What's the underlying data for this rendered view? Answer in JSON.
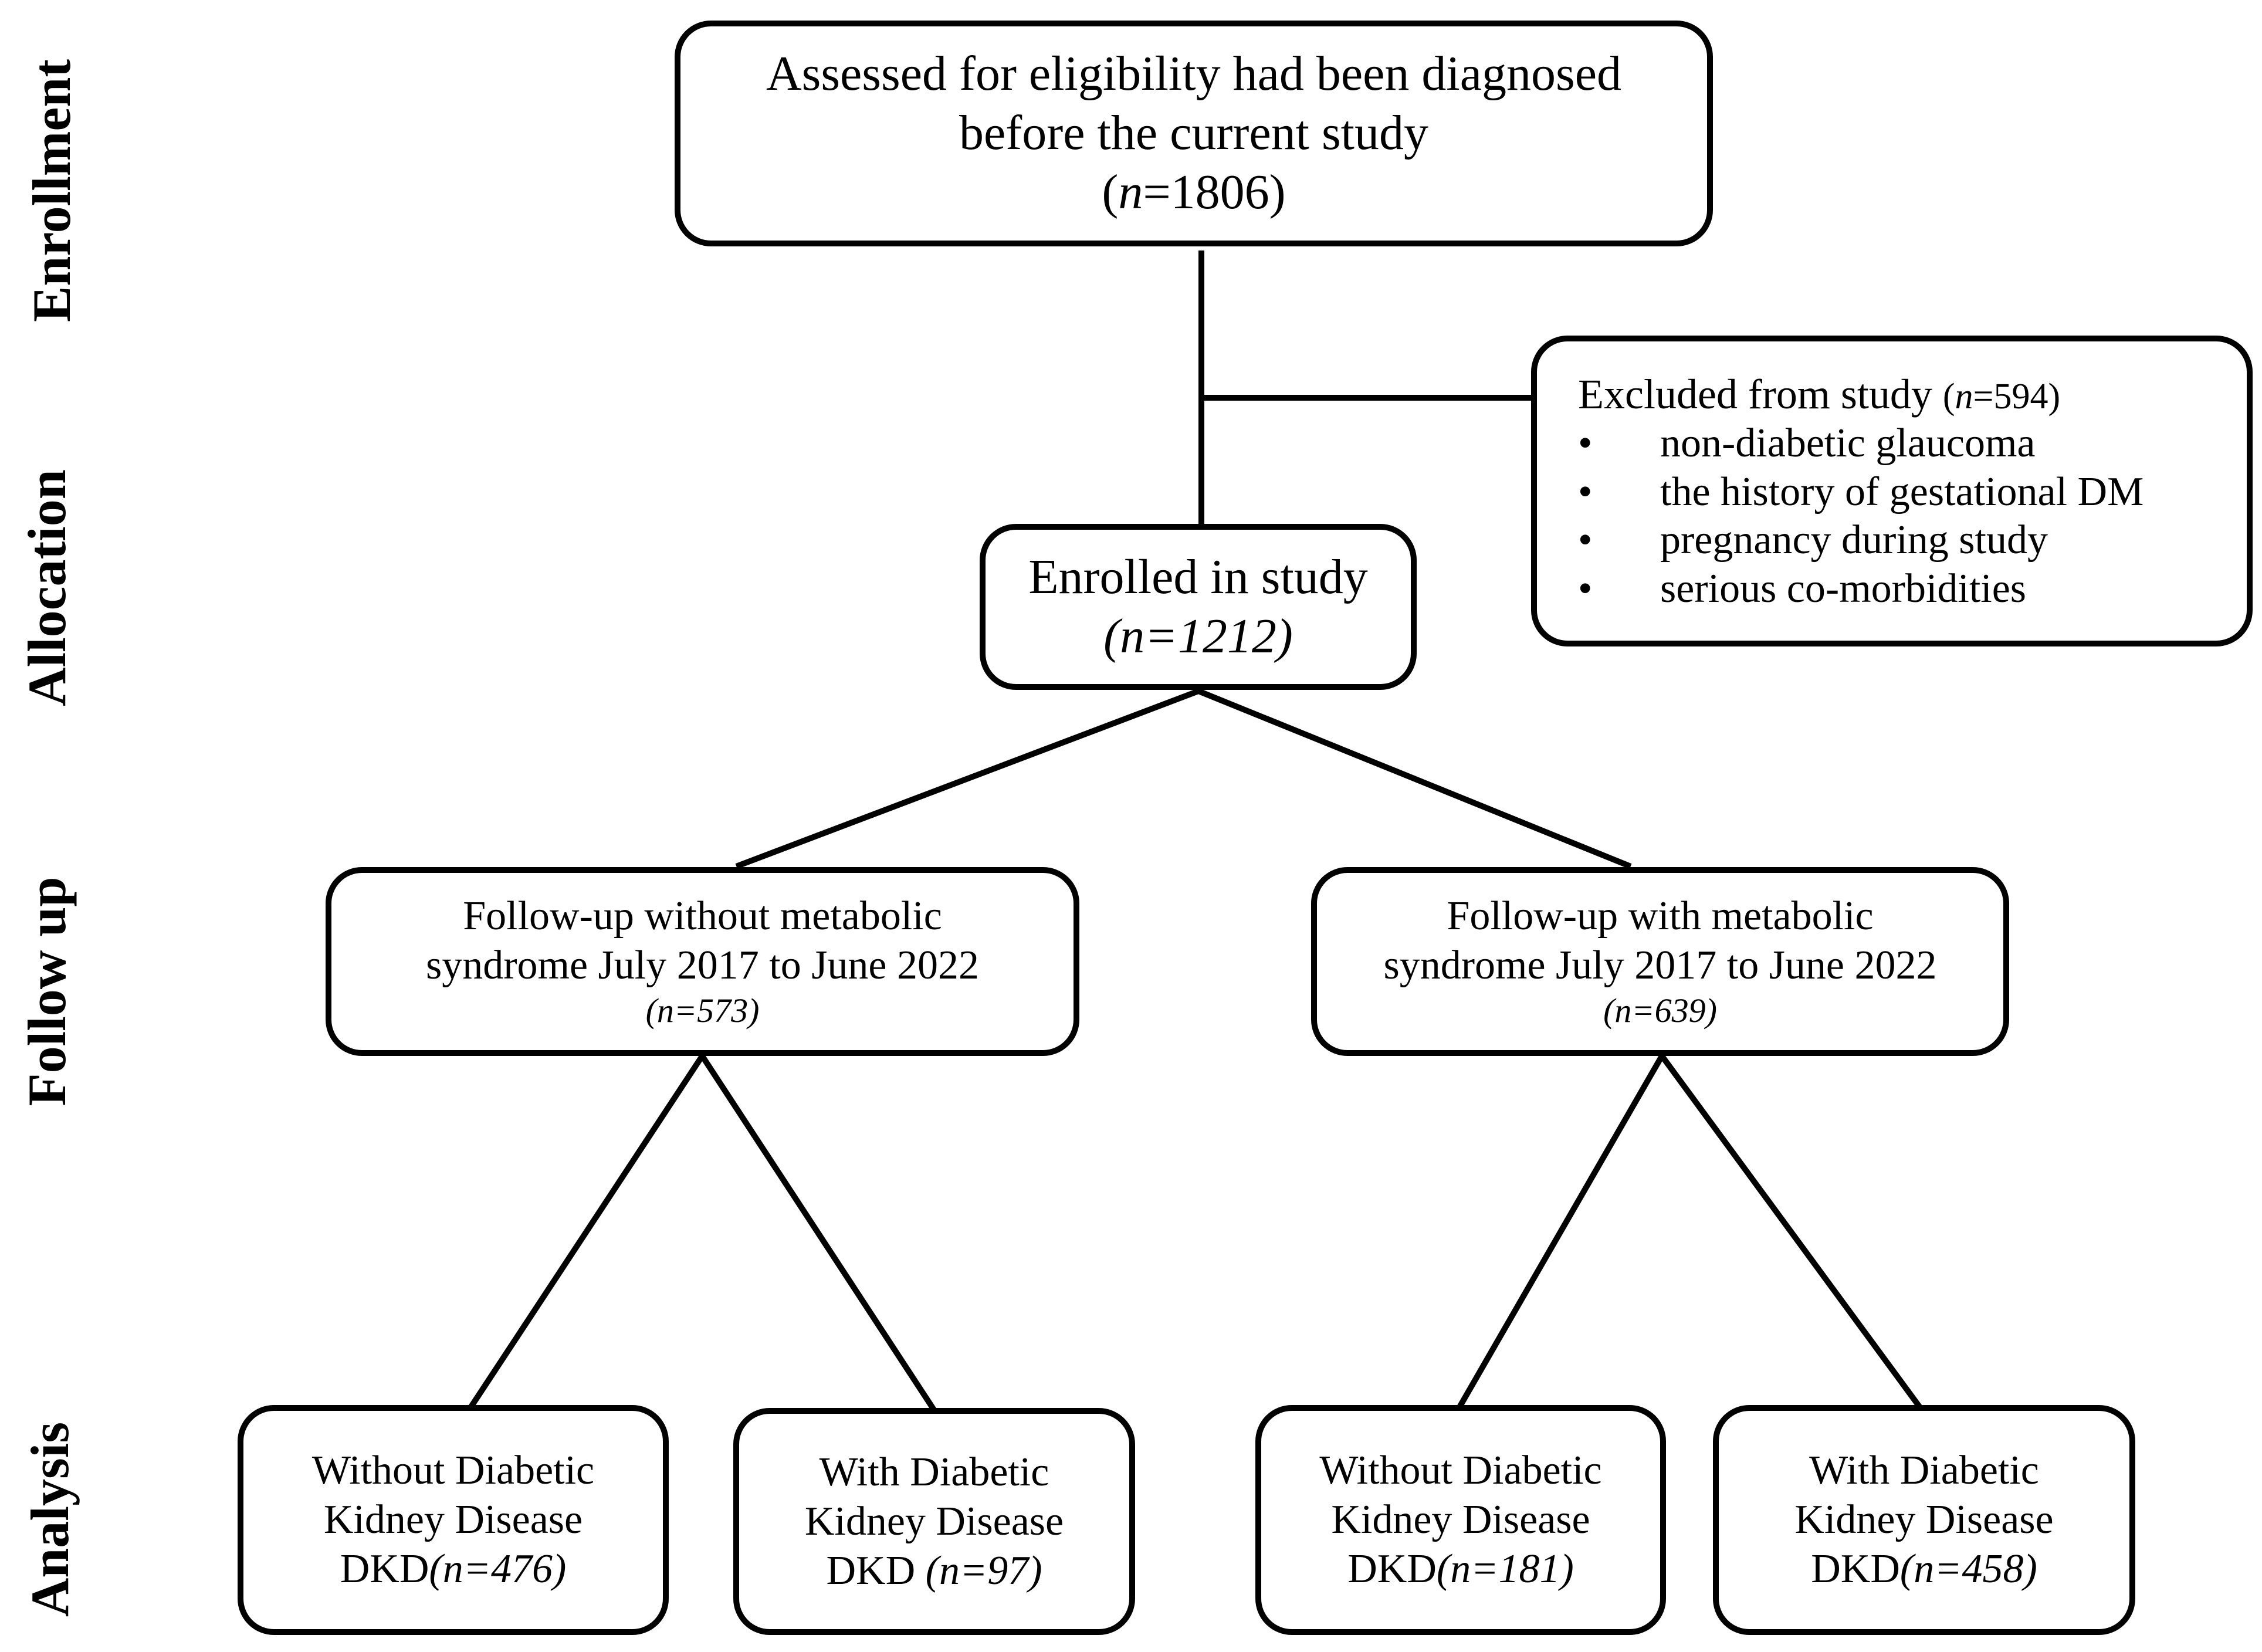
{
  "stages": {
    "enrollment": "Enrollment",
    "allocation": "Allocation",
    "follow_up": "Follow up",
    "analysis": "Analysis"
  },
  "boxes": {
    "assessed": {
      "line1": "Assessed for eligibility had been diagnosed",
      "line2": "before the current study",
      "count_open": "(",
      "count_n": "n",
      "count_rest": "=1806)"
    },
    "excluded": {
      "title": "Excluded from study ",
      "count_open": "(",
      "count_n": "n",
      "count_rest": "=594)",
      "bullet_symbol": "•",
      "reasons": [
        "non-diabetic glaucoma",
        "the history of gestational DM",
        "pregnancy during study",
        "serious co-morbidities"
      ]
    },
    "enrolled": {
      "title": "Enrolled in study",
      "count": "(n=1212)"
    },
    "followup_without": {
      "line1": "Follow-up without metabolic",
      "line2": "syndrome July 2017 to June 2022",
      "count": "(n=573)"
    },
    "followup_with": {
      "line1": "Follow-up with metabolic",
      "line2": "syndrome July 2017 to June 2022",
      "count": "(n=639)"
    },
    "without_dkd_1": {
      "line1": "Without Diabetic",
      "line2": "Kidney Disease",
      "prefix": "DKD",
      "count": "(n=476)"
    },
    "with_dkd_1": {
      "line1": "With Diabetic",
      "line2": "Kidney Disease",
      "prefix": "DKD ",
      "count": "(n=97)"
    },
    "without_dkd_2": {
      "line1": "Without Diabetic",
      "line2": "Kidney Disease",
      "prefix": "DKD",
      "count": "(n=181)"
    },
    "with_dkd_2": {
      "line1": "With Diabetic",
      "line2": "Kidney Disease",
      "prefix": "DKD",
      "count": "(n=458)"
    }
  }
}
